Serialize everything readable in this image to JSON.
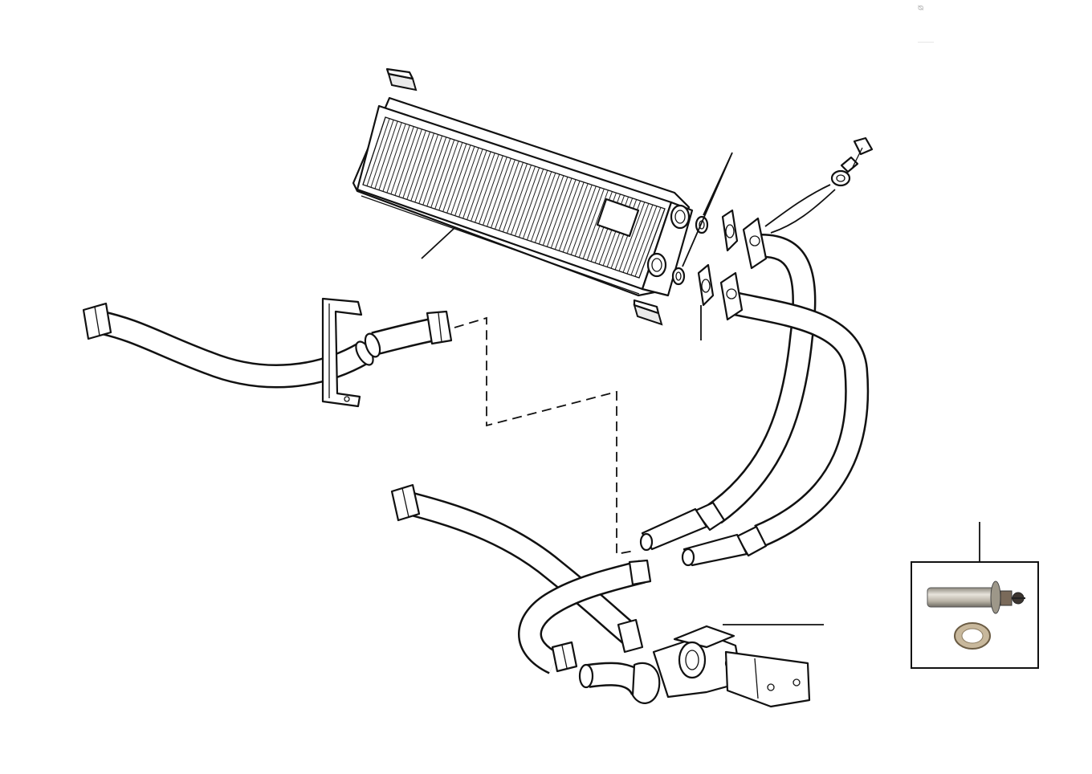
{
  "diagram": {
    "parts": [
      {
        "name": "heater-core"
      },
      {
        "name": "heater-hose-upper"
      },
      {
        "name": "heater-hose-lower"
      },
      {
        "name": "hose-bracket"
      },
      {
        "name": "inlet-outlet-pipes"
      },
      {
        "name": "gaskets"
      },
      {
        "name": "bolt-and-washer"
      },
      {
        "name": "control-valve"
      },
      {
        "name": "thermostat-inset"
      }
    ],
    "colors": {
      "line": "#111111",
      "background": "#ffffff",
      "fill_light": "#eaeaea",
      "metal": "#b9b3a6"
    }
  }
}
